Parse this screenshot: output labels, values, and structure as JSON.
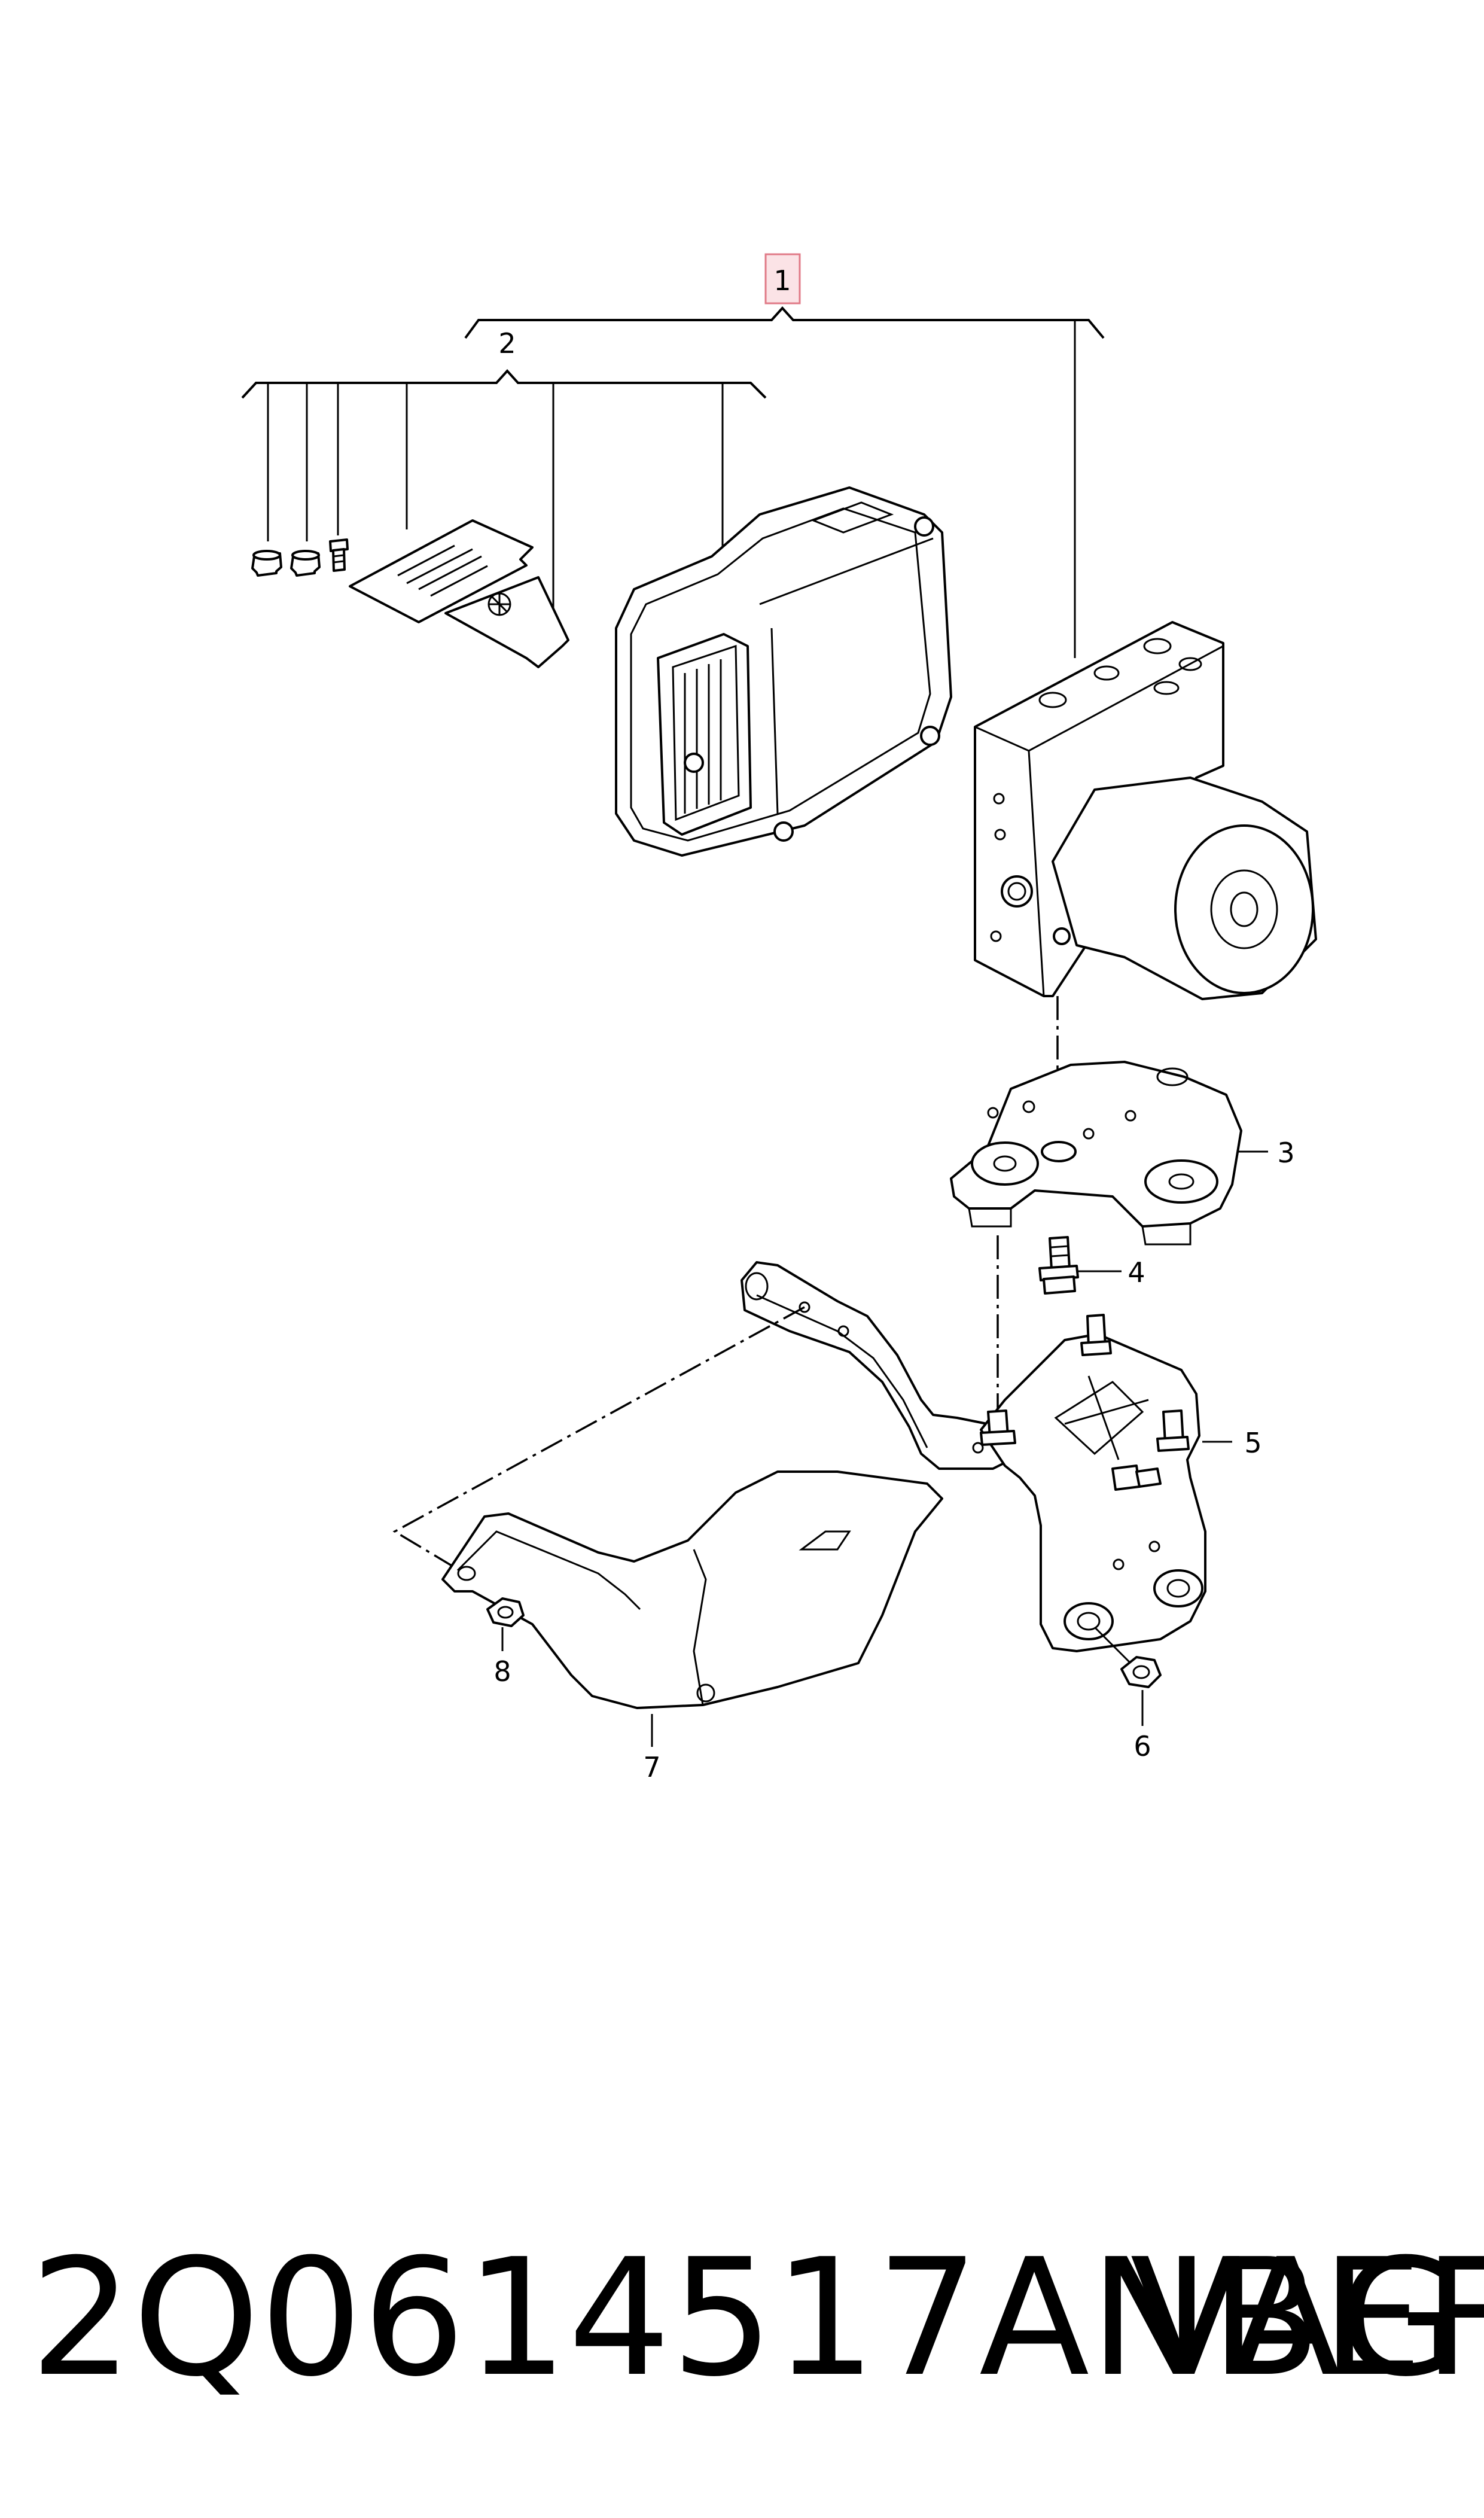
{
  "diagram": {
    "callouts": {
      "c1": "1",
      "c2": "2",
      "c3": "3",
      "c4": "4",
      "c5": "5",
      "c6": "6",
      "c7": "7",
      "c8": "8"
    },
    "highlighted_callout": "1",
    "highlight_color": "#fbe3e6"
  },
  "footer": {
    "part_number": "2Q0614517ANBEF",
    "brand": "VAG"
  }
}
